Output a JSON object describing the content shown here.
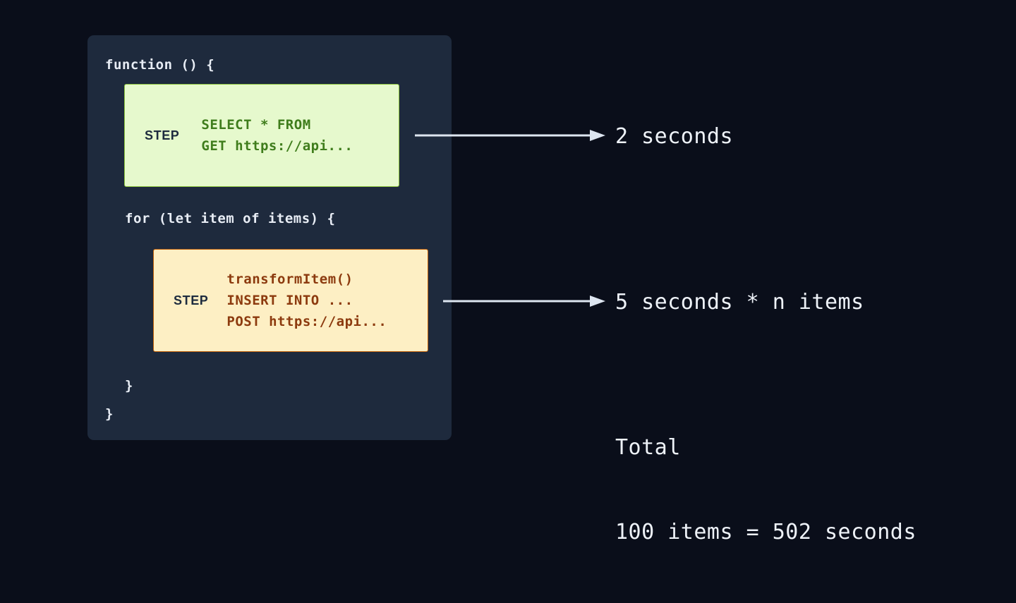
{
  "theme": {
    "page_background": "#0a0e1a",
    "panel_background": "#1e2a3d",
    "code_text": "#e8edf5",
    "green_box_fill": "#e6f9cd",
    "green_box_border": "#8ec63f",
    "green_box_text": "#3f7d1c",
    "orange_box_fill": "#fdefc4",
    "orange_box_border": "#c2620a",
    "orange_box_text": "#8c3a0e",
    "step_tag_text": "#1d2b3e",
    "arrow_color": "#dde5f0",
    "annotation_text": "#eef2f8"
  },
  "code_panel": {
    "line_function": "function () {",
    "line_for": "for (let item of items) {",
    "line_close_inner": "}",
    "line_close_outer": "}"
  },
  "steps": [
    {
      "tag": "STEP",
      "code_lines": [
        "SELECT * FROM",
        "GET https://api..."
      ],
      "code_text": "SELECT * FROM\nGET https://api...",
      "variant": "green",
      "annotation": "2 seconds"
    },
    {
      "tag": "STEP",
      "code_lines": [
        "transformItem()",
        "INSERT INTO ...",
        "POST https://api..."
      ],
      "code_text": "transformItem()\nINSERT INTO ...\nPOST https://api...",
      "variant": "orange",
      "annotation": "5 seconds * n items"
    }
  ],
  "arrows": [
    {
      "name": "arrow-to-step-1-annotation"
    },
    {
      "name": "arrow-to-step-2-annotation"
    }
  ],
  "total": {
    "label": "Total",
    "equation": "100 items = 502 seconds",
    "item_count": 100,
    "total_seconds": 502
  }
}
